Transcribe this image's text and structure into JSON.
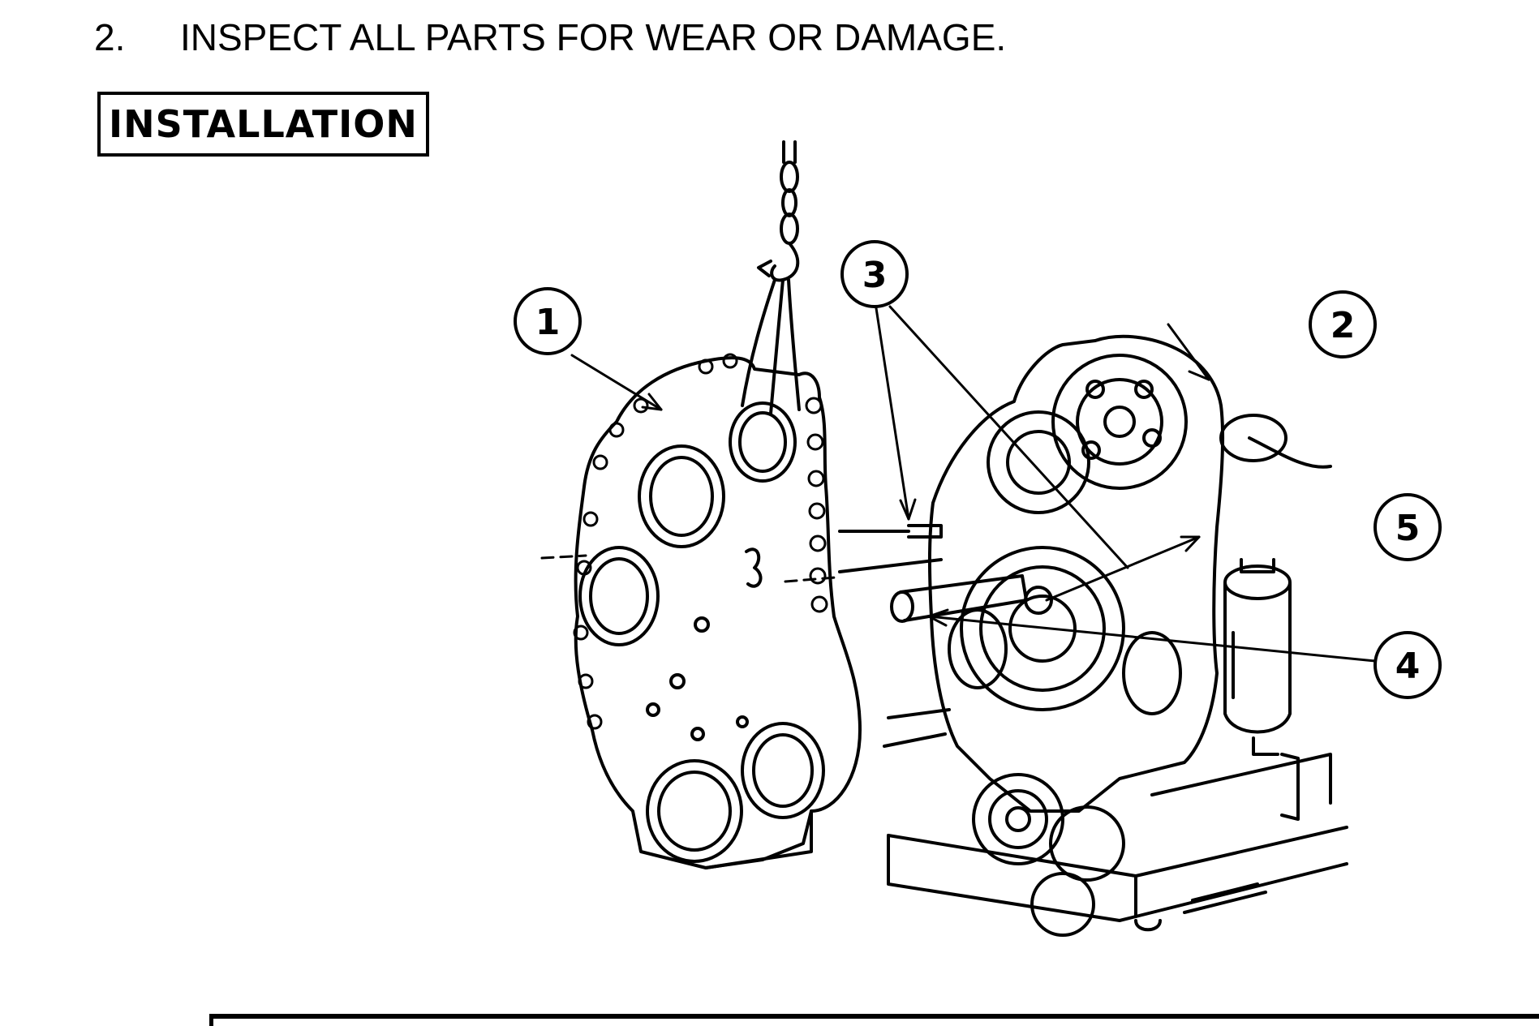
{
  "step": {
    "number": "2.",
    "text": "INSPECT ALL PARTS FOR WEAR OR DAMAGE."
  },
  "section": {
    "title": "INSTALLATION"
  },
  "figure": {
    "callouts": [
      "1",
      "2",
      "3",
      "4",
      "5"
    ]
  }
}
